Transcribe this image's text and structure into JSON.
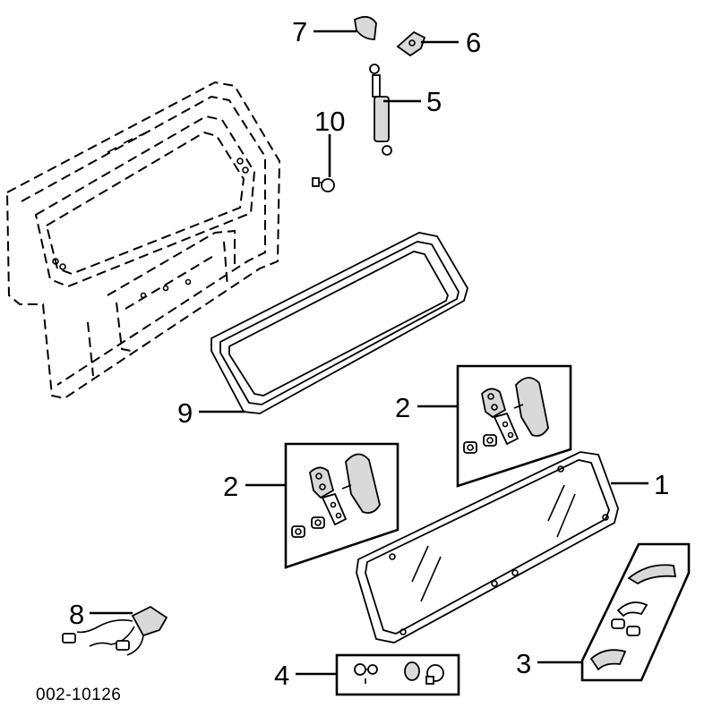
{
  "diagram": {
    "reference_code": "002-10126",
    "callouts": {
      "c1": "1",
      "c2a": "2",
      "c2b": "2",
      "c3": "3",
      "c4": "4",
      "c5": "5",
      "c6": "6",
      "c7": "7",
      "c8": "8",
      "c9": "9",
      "c10": "10"
    }
  }
}
